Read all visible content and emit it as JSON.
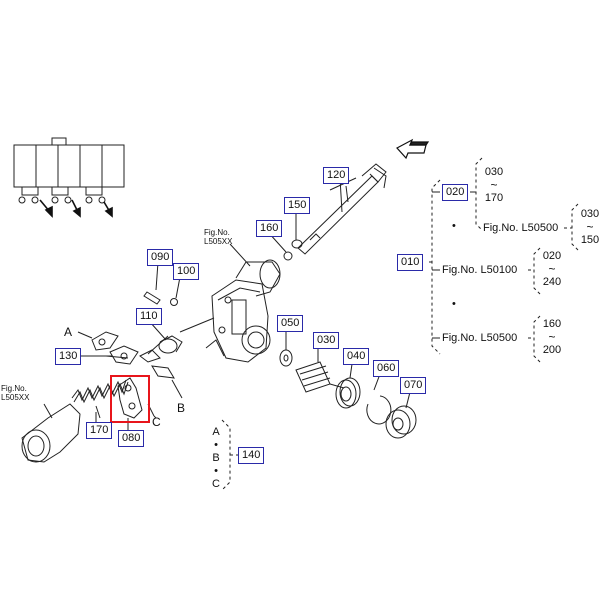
{
  "figure": {
    "callouts": {
      "c120": "120",
      "c150": "150",
      "c160": "160",
      "c090": "090",
      "c100": "100",
      "c110": "110",
      "c050": "050",
      "c030": "030",
      "c040": "040",
      "c060": "060",
      "c070": "070",
      "c130": "130",
      "c170": "170",
      "c080": "080",
      "c140": "140",
      "c010": "010",
      "c020": "020"
    },
    "figrefs": {
      "top_line1": "Fig.No.",
      "top_line2": "L505XX",
      "left_line1": "Fig.No.",
      "left_line2": "L505XX"
    },
    "letters": {
      "A": "A",
      "B": "B",
      "C": "C",
      "dot": "•"
    },
    "legend": {
      "v030": "030",
      "tilde": "~",
      "v170": "170",
      "fig50500": "Fig.No. L50500",
      "v030b": "030",
      "v150": "150",
      "fig50100": "Fig.No. L50100",
      "v020": "020",
      "v240": "240",
      "fig50500b": "Fig.No. L50500",
      "v160": "160",
      "v200": "200"
    },
    "highlight_color": "#e8151b",
    "callout_border_color": "#2a2aa8"
  }
}
